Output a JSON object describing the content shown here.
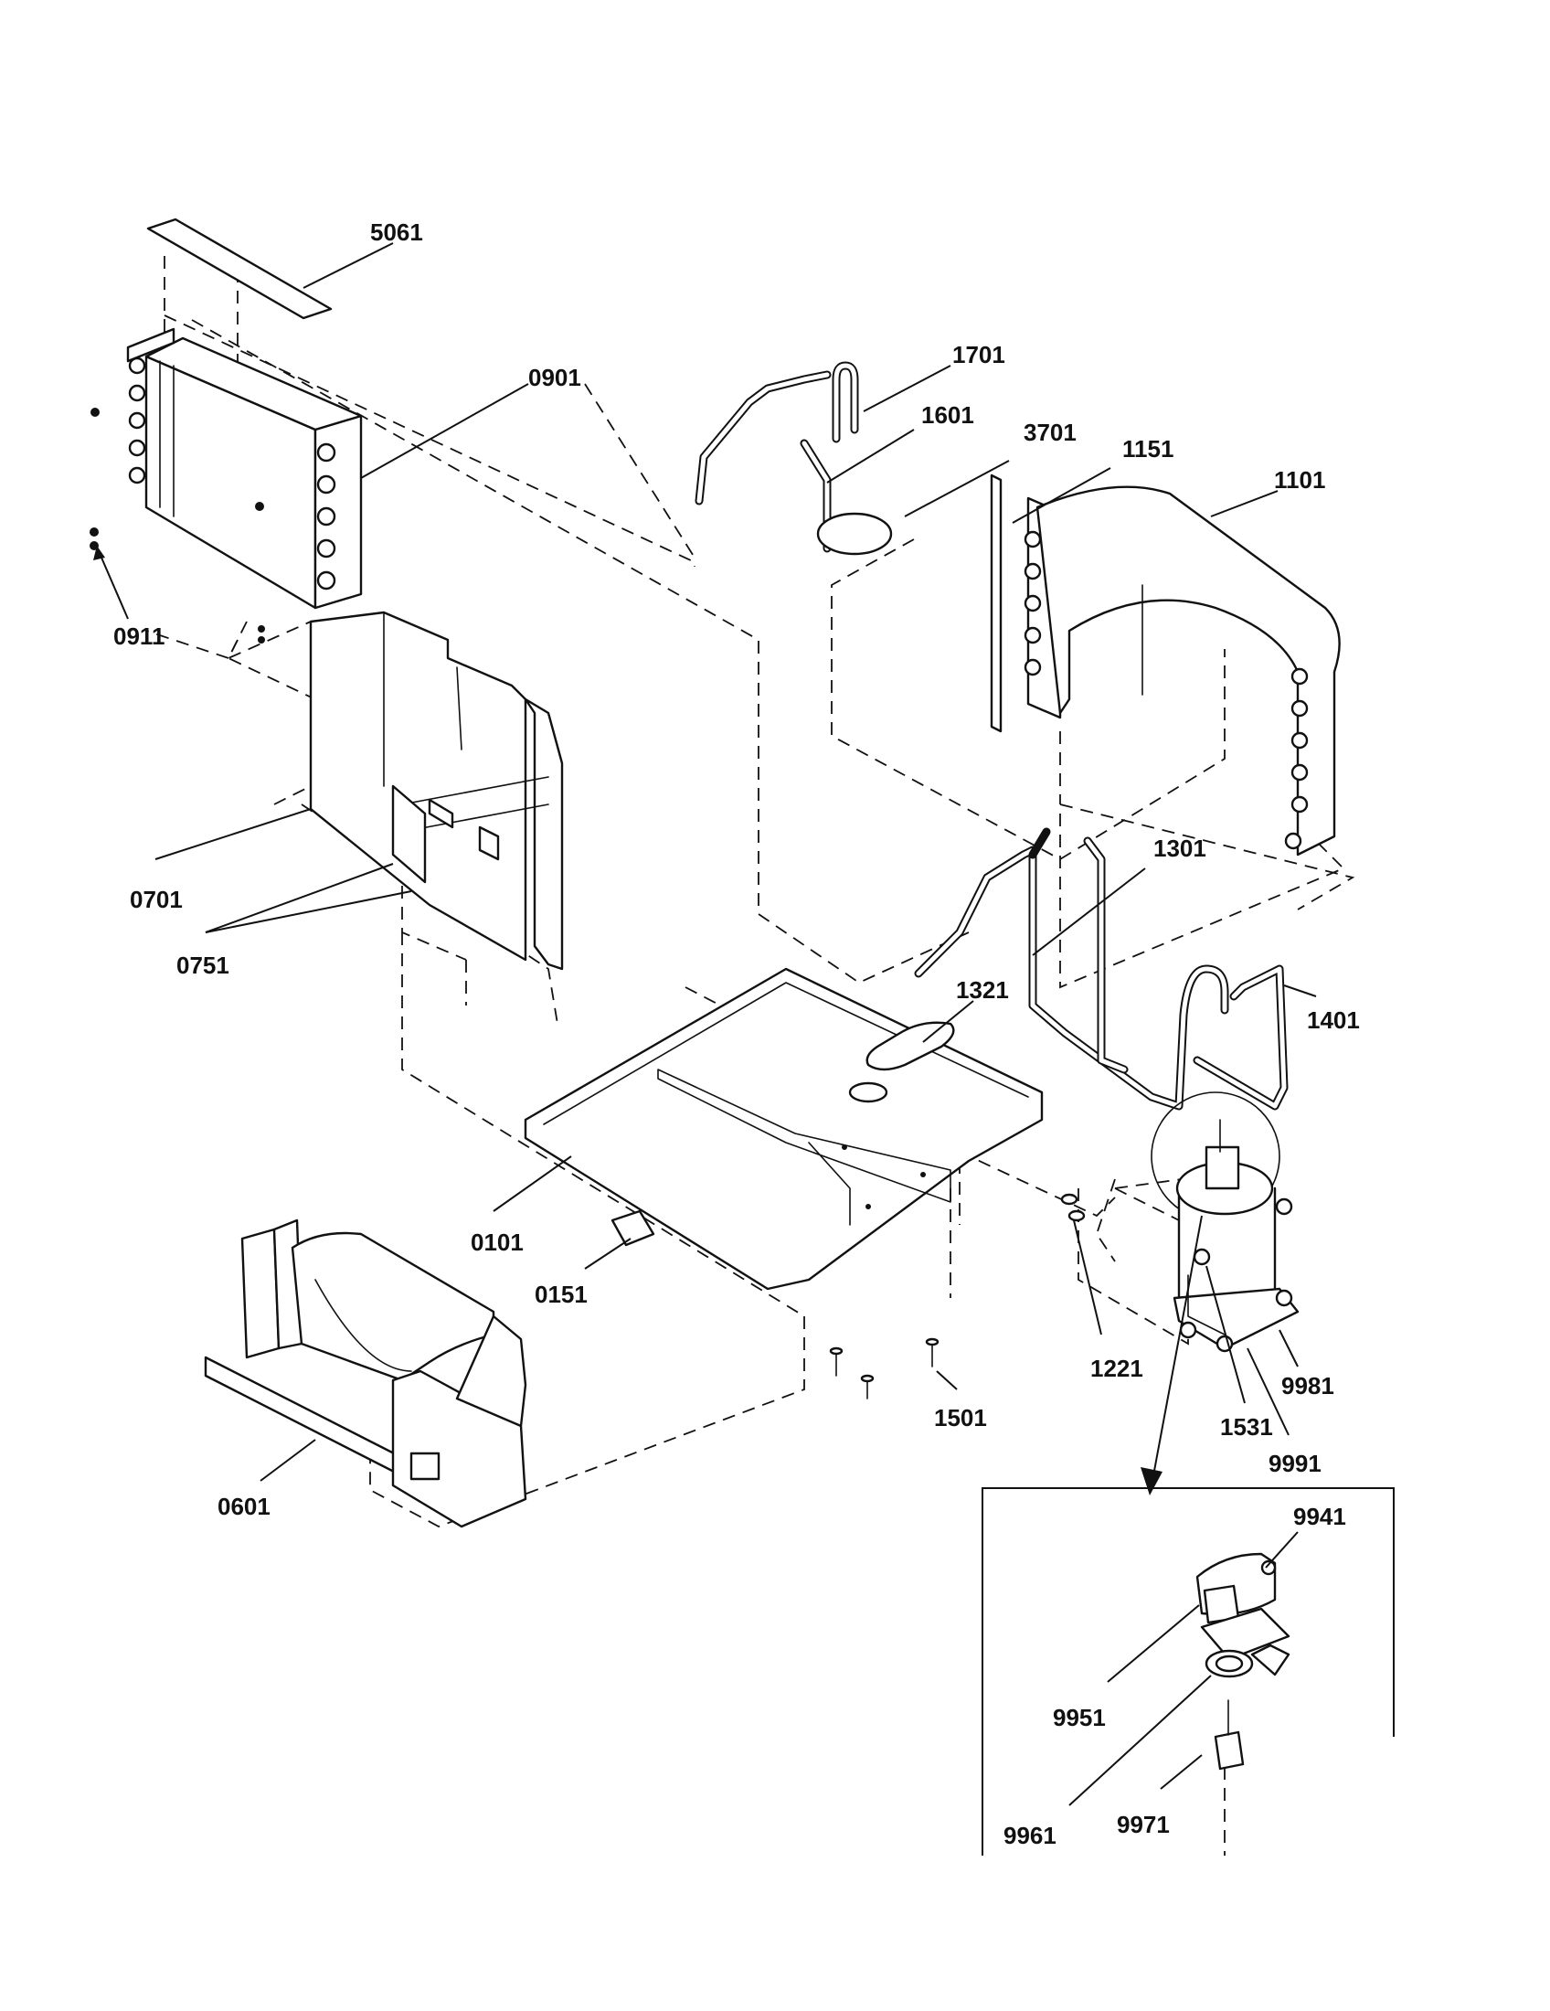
{
  "diagram": {
    "labels": {
      "p5061": "5061",
      "p0901": "0901",
      "p0911": "0911",
      "p1701": "1701",
      "p1601": "1601",
      "p3701": "3701",
      "p1151": "1151",
      "p1101": "1101",
      "p0701": "0701",
      "p0751": "0751",
      "p1301": "1301",
      "p1321": "1321",
      "p1401": "1401",
      "p0101": "0101",
      "p0151": "0151",
      "p1221": "1221",
      "p1501": "1501",
      "p1531": "1531",
      "p9981": "9981",
      "p9991": "9991",
      "p0601": "0601",
      "p9941": "9941",
      "p9951": "9951",
      "p9961": "9961",
      "p9971": "9971"
    }
  }
}
